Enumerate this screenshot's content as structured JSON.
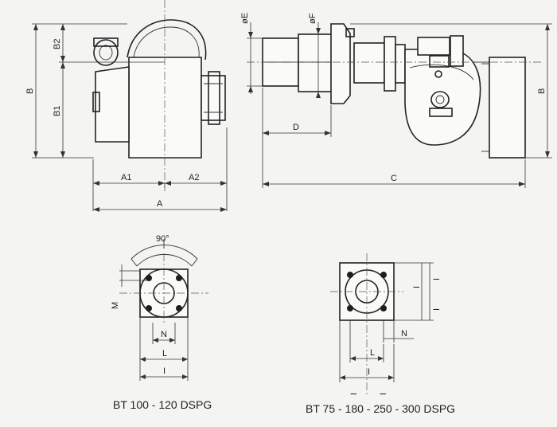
{
  "labels": {
    "A": "A",
    "A1": "A1",
    "A2": "A2",
    "B": "B",
    "B1": "B1",
    "B2": "B2",
    "C": "C",
    "D": "D",
    "phiE": "øE",
    "phiF": "øF",
    "angle": "90°",
    "M": "M",
    "N": "N",
    "L": "L",
    "I": "I"
  },
  "captions": {
    "left": "BT 100 - 120 DSPG",
    "right": "BT 75 - 180 - 250 - 300 DSPG"
  }
}
